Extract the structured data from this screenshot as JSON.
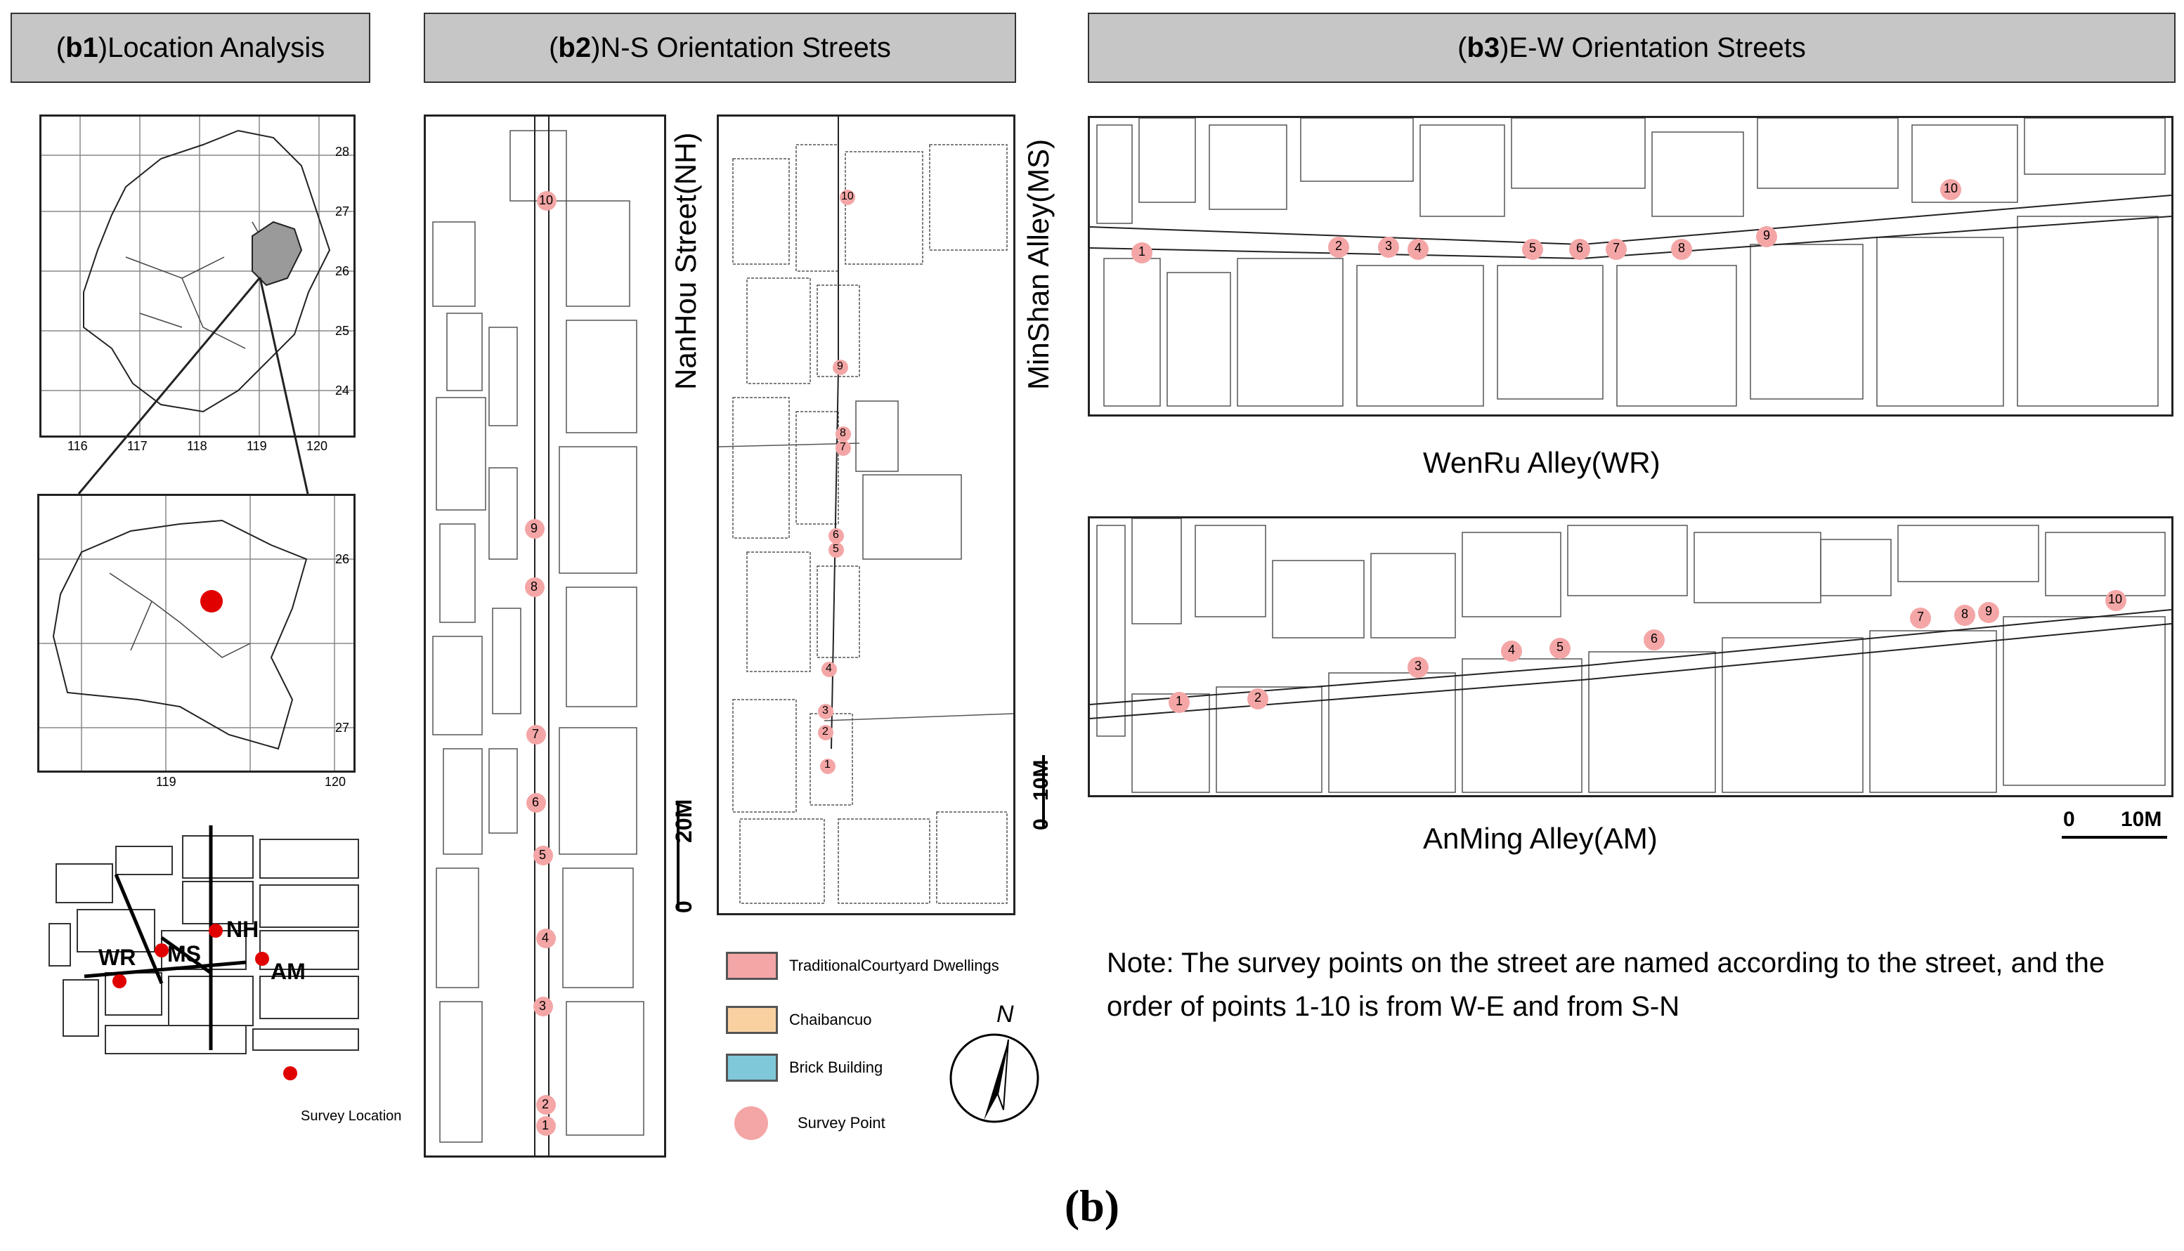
{
  "panels": {
    "b1": {
      "id": "b1",
      "title": " Location Analysis"
    },
    "b2": {
      "id": "b2",
      "title": " N-S Orientation Streets"
    },
    "b3": {
      "id": "b3",
      "title": " E-W Orientation Streets"
    }
  },
  "map1": {
    "lat_ticks": [
      "28",
      "27",
      "26",
      "25",
      "24"
    ],
    "lon_ticks": [
      "116",
      "117",
      "118",
      "119",
      "120"
    ]
  },
  "map2": {
    "lat_ticks": [
      "26",
      "27"
    ],
    "lon_ticks": [
      "119",
      "120"
    ]
  },
  "streets": {
    "nh": "NanHou Street(NH)",
    "ms": "MinShan Alley(MS)",
    "wr": "WenRu Alley(WR)",
    "am": "AnMing Alley(AM)"
  },
  "location_codes": [
    "WR",
    "MS",
    "NH",
    "AM"
  ],
  "survey_location_label": "Survey Location",
  "scales": {
    "b2_zero": "0",
    "b2_len": "20M",
    "ms_zero": "0",
    "ms_len": "10M",
    "b3_zero": "0",
    "b3_len": "10M"
  },
  "points": [
    "1",
    "2",
    "3",
    "4",
    "5",
    "6",
    "7",
    "8",
    "9",
    "10"
  ],
  "legend": {
    "items": [
      {
        "label": "TraditionalCourtyard Dwellings",
        "color": "#f4a6a6"
      },
      {
        "label": "Chaibancuo",
        "color": "#f9d1a1"
      },
      {
        "label": "Brick Building",
        "color": "#7ec8d9"
      },
      {
        "label": "Survey Point",
        "color": "#f4a6a6"
      }
    ]
  },
  "north": "N",
  "note": "Note: The survey points on the street are named according to the street, and the order of points 1-10 is from W-E and from S-N",
  "caption": "(b)",
  "colors": {
    "survey_point": "#f4a6a6",
    "location_dot": "#e00000",
    "header_bg": "#c6c6c6"
  }
}
